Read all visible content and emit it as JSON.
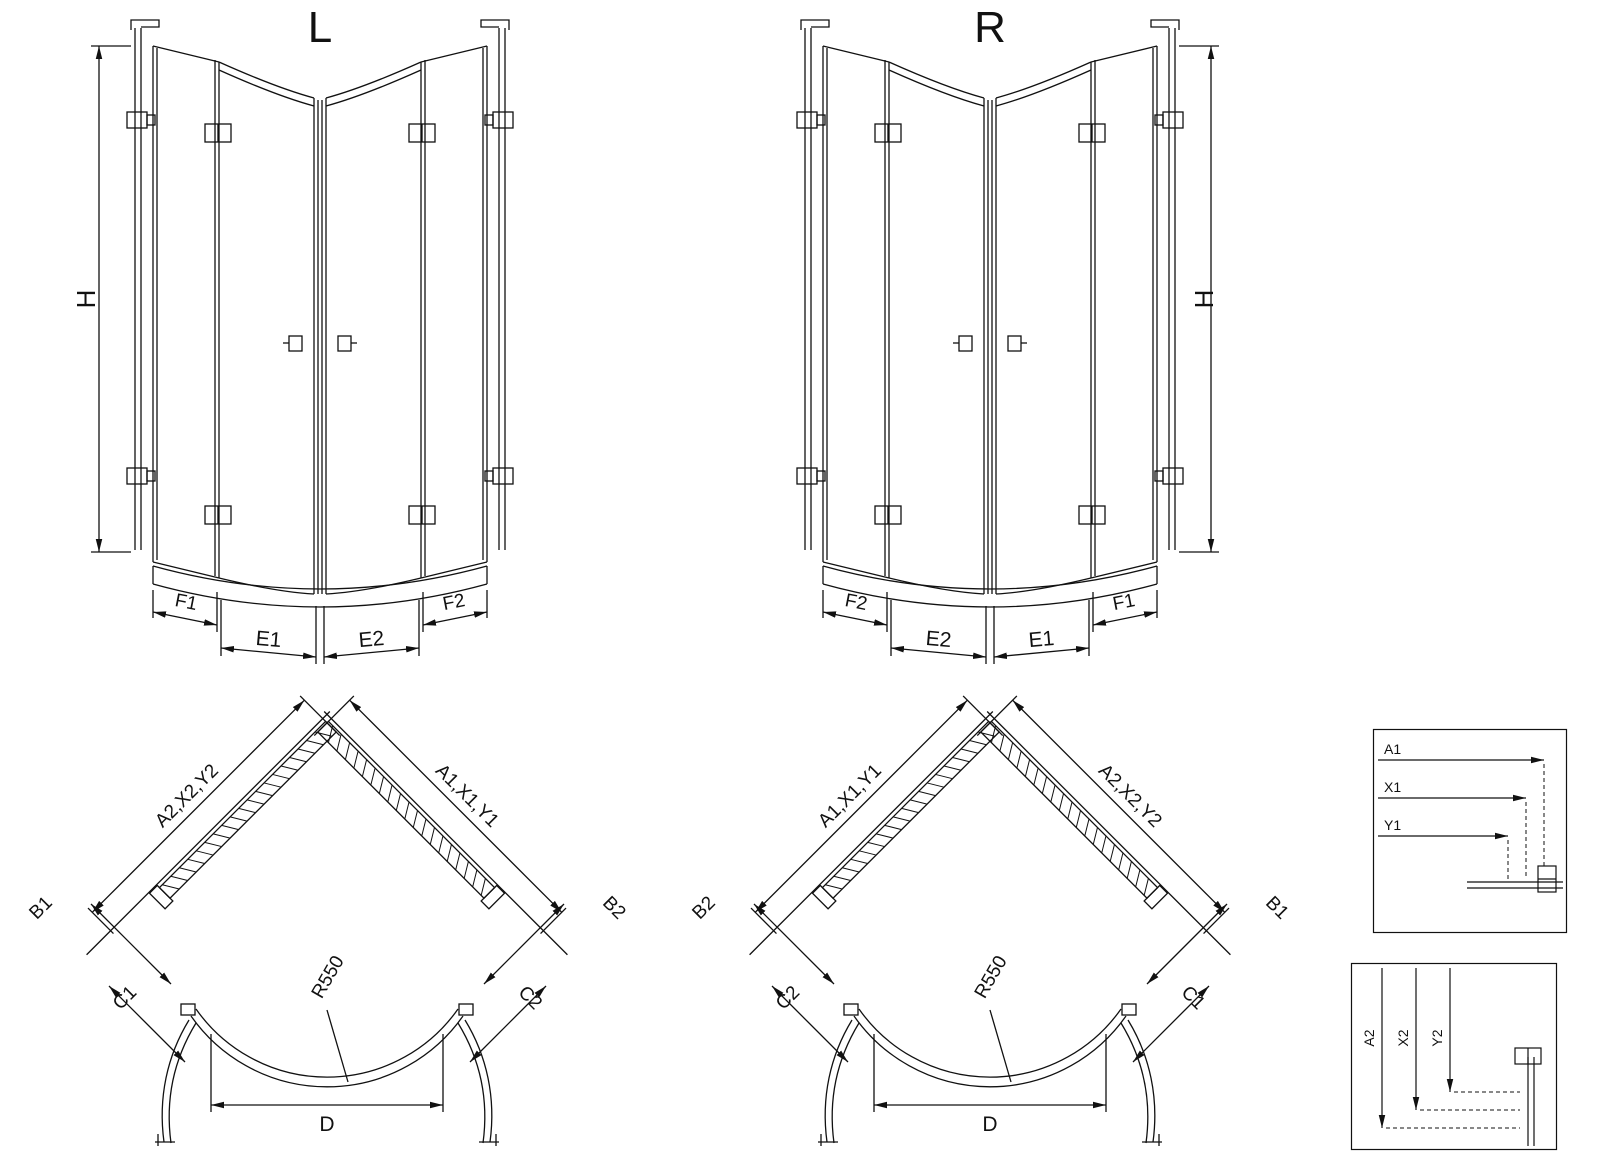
{
  "palette": {
    "ink": "#111111",
    "background": "#ffffff"
  },
  "figures": {
    "elevation_left": {
      "title": "L",
      "height_label": "H",
      "bottom_dims": [
        "F1",
        "E1",
        "E2",
        "F2"
      ]
    },
    "elevation_right": {
      "title": "R",
      "height_label": "H",
      "bottom_dims": [
        "F2",
        "E2",
        "E1",
        "F1"
      ]
    },
    "plan_left": {
      "wall_left_label": "A2,X2,Y2",
      "wall_right_label": "A1,X1,Y1",
      "side_left_label": "B1",
      "side_right_label": "B2",
      "inner_left_label": "C1",
      "inner_right_label": "C2",
      "radius_label": "R550",
      "opening_label": "D"
    },
    "plan_right": {
      "wall_left_label": "A1,X1,Y1",
      "wall_right_label": "A2,X2,Y2",
      "side_left_label": "B2",
      "side_right_label": "B1",
      "inner_left_label": "C2",
      "inner_right_label": "C1",
      "radius_label": "R550",
      "opening_label": "D"
    },
    "detail_top": {
      "dims": [
        "A1",
        "X1",
        "Y1"
      ]
    },
    "detail_bottom": {
      "dims": [
        "A2",
        "X2",
        "Y2"
      ]
    }
  }
}
